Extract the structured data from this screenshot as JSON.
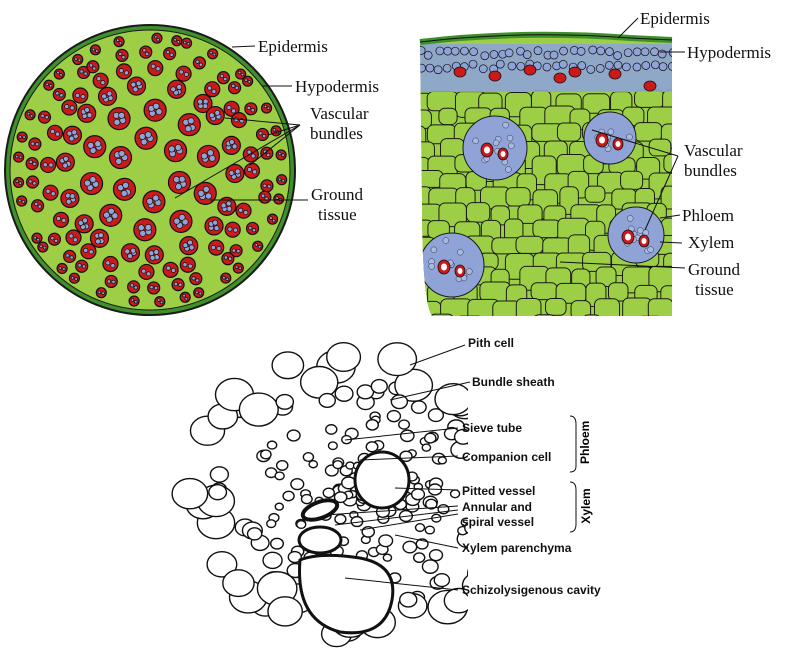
{
  "stem_cross_section": {
    "labels": {
      "epidermis": "Epidermis",
      "hypodermis": "Hypodermis",
      "vascular_bundles_line1": "Vascular",
      "vascular_bundles_line2": "bundles",
      "ground_tissue_line1": "Ground",
      "ground_tissue_line2": "tissue"
    },
    "colors": {
      "ground": "#9ccf45",
      "bundle": "#cc1a1a",
      "phloem": "#8fa3d6",
      "outline": "#1a1a1a",
      "epidermis": "#3f8f2a"
    }
  },
  "stem_sector": {
    "labels": {
      "epidermis": "Epidermis",
      "hypodermis": "Hypodermis",
      "vascular_bundles_line1": "Vascular",
      "vascular_bundles_line2": "bundles",
      "phloem": "Phloem",
      "xylem": "Xylem",
      "ground_tissue_line1": "Ground",
      "ground_tissue_line2": "tissue"
    }
  },
  "vascular_bundle_detail": {
    "labels": {
      "pith_cell": "Pith cell",
      "bundle_sheath": "Bundle sheath",
      "sieve_tube": "Sieve tube",
      "companion_cell": "Companion cell",
      "pitted_vessel": "Pitted vessel",
      "annular_spiral_line1": "Annular and",
      "annular_spiral_line2": "spiral vessel",
      "xylem_parenchyma": "Xylem parenchyma",
      "schizolysigenous_cavity": "Schizolysigenous cavity",
      "phloem_bracket": "Phloem",
      "xylem_bracket": "Xylem"
    }
  }
}
